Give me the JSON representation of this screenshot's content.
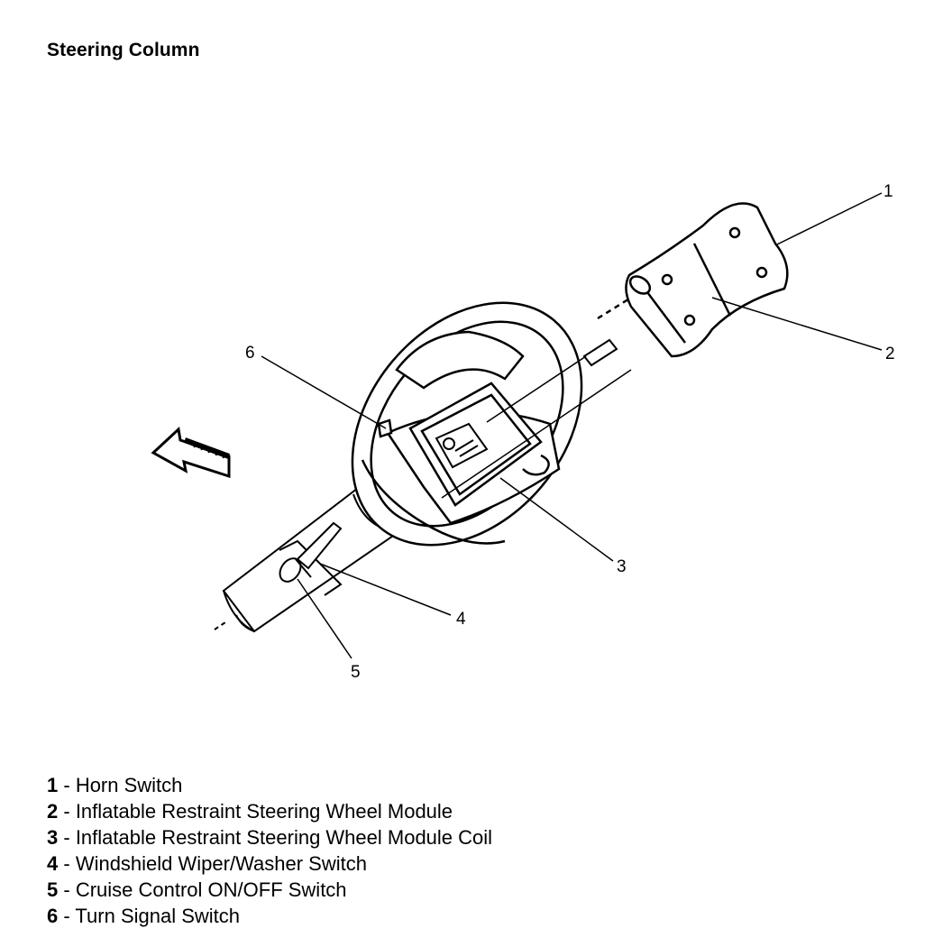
{
  "title": "Steering Column",
  "callouts": [
    "1",
    "2",
    "3",
    "4",
    "5",
    "6"
  ],
  "legend": [
    {
      "num": "1",
      "sep": " - ",
      "label": "Horn Switch"
    },
    {
      "num": "2",
      "sep": " - ",
      "label": "Inflatable Restraint Steering Wheel Module"
    },
    {
      "num": "3",
      "sep": " - ",
      "label": "Inflatable Restraint Steering Wheel Module Coil"
    },
    {
      "num": "4",
      "sep": " - ",
      "label": "Windshield Wiper/Washer Switch"
    },
    {
      "num": "5",
      "sep": " - ",
      "label": "Cruise Control ON/OFF Switch"
    },
    {
      "num": "6",
      "sep": " - ",
      "label": "Turn Signal Switch"
    }
  ]
}
